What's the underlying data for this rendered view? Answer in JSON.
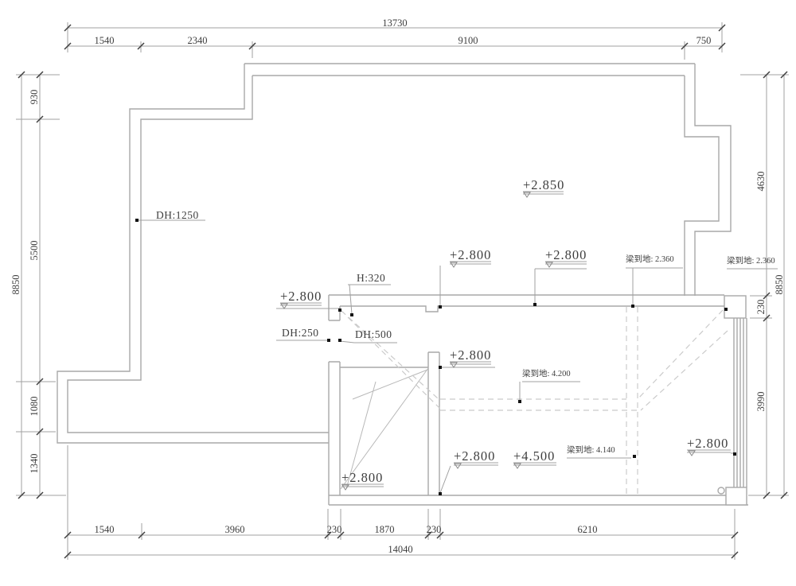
{
  "drawing": {
    "type": "floor-plan",
    "background": "#ffffff",
    "wall_color": "#a9a9a9",
    "dim_color": "#a0a0a0",
    "text_color": "#3e3e3e",
    "dash_color": "#cbcbcb"
  },
  "dims": {
    "top_overall": "13730",
    "top": [
      "1540",
      "2340",
      "9100",
      "750"
    ],
    "left_overall": "8850",
    "left": [
      "930",
      "5500",
      "1080",
      "1340"
    ],
    "right_overall": "8850",
    "right": [
      "4630",
      "230",
      "3990"
    ],
    "bottom_overall": "14040",
    "bottom": [
      "1540",
      "3960",
      "230",
      "1870",
      "230",
      "6210"
    ]
  },
  "levels": {
    "upper_area": "+2.850",
    "entry_left": "+2.800",
    "top_mid_1": "+2.800",
    "top_mid_2": "+2.800",
    "closet_top": "+2.800",
    "closet_bottom": "+2.800",
    "mid_room": "+2.800",
    "high_area": "+4.500",
    "right_wall": "+2.800"
  },
  "beams": {
    "beam_1": "梁到地: 2.360",
    "beam_2": "梁到地: 2.360",
    "beam_3": "梁到地: 4.200",
    "beam_4": "梁到地: 4.140"
  },
  "heights": {
    "dh_1250": "DH:1250",
    "h_320": "H:320",
    "dh_250": "DH:250",
    "dh_500": "DH:500"
  }
}
